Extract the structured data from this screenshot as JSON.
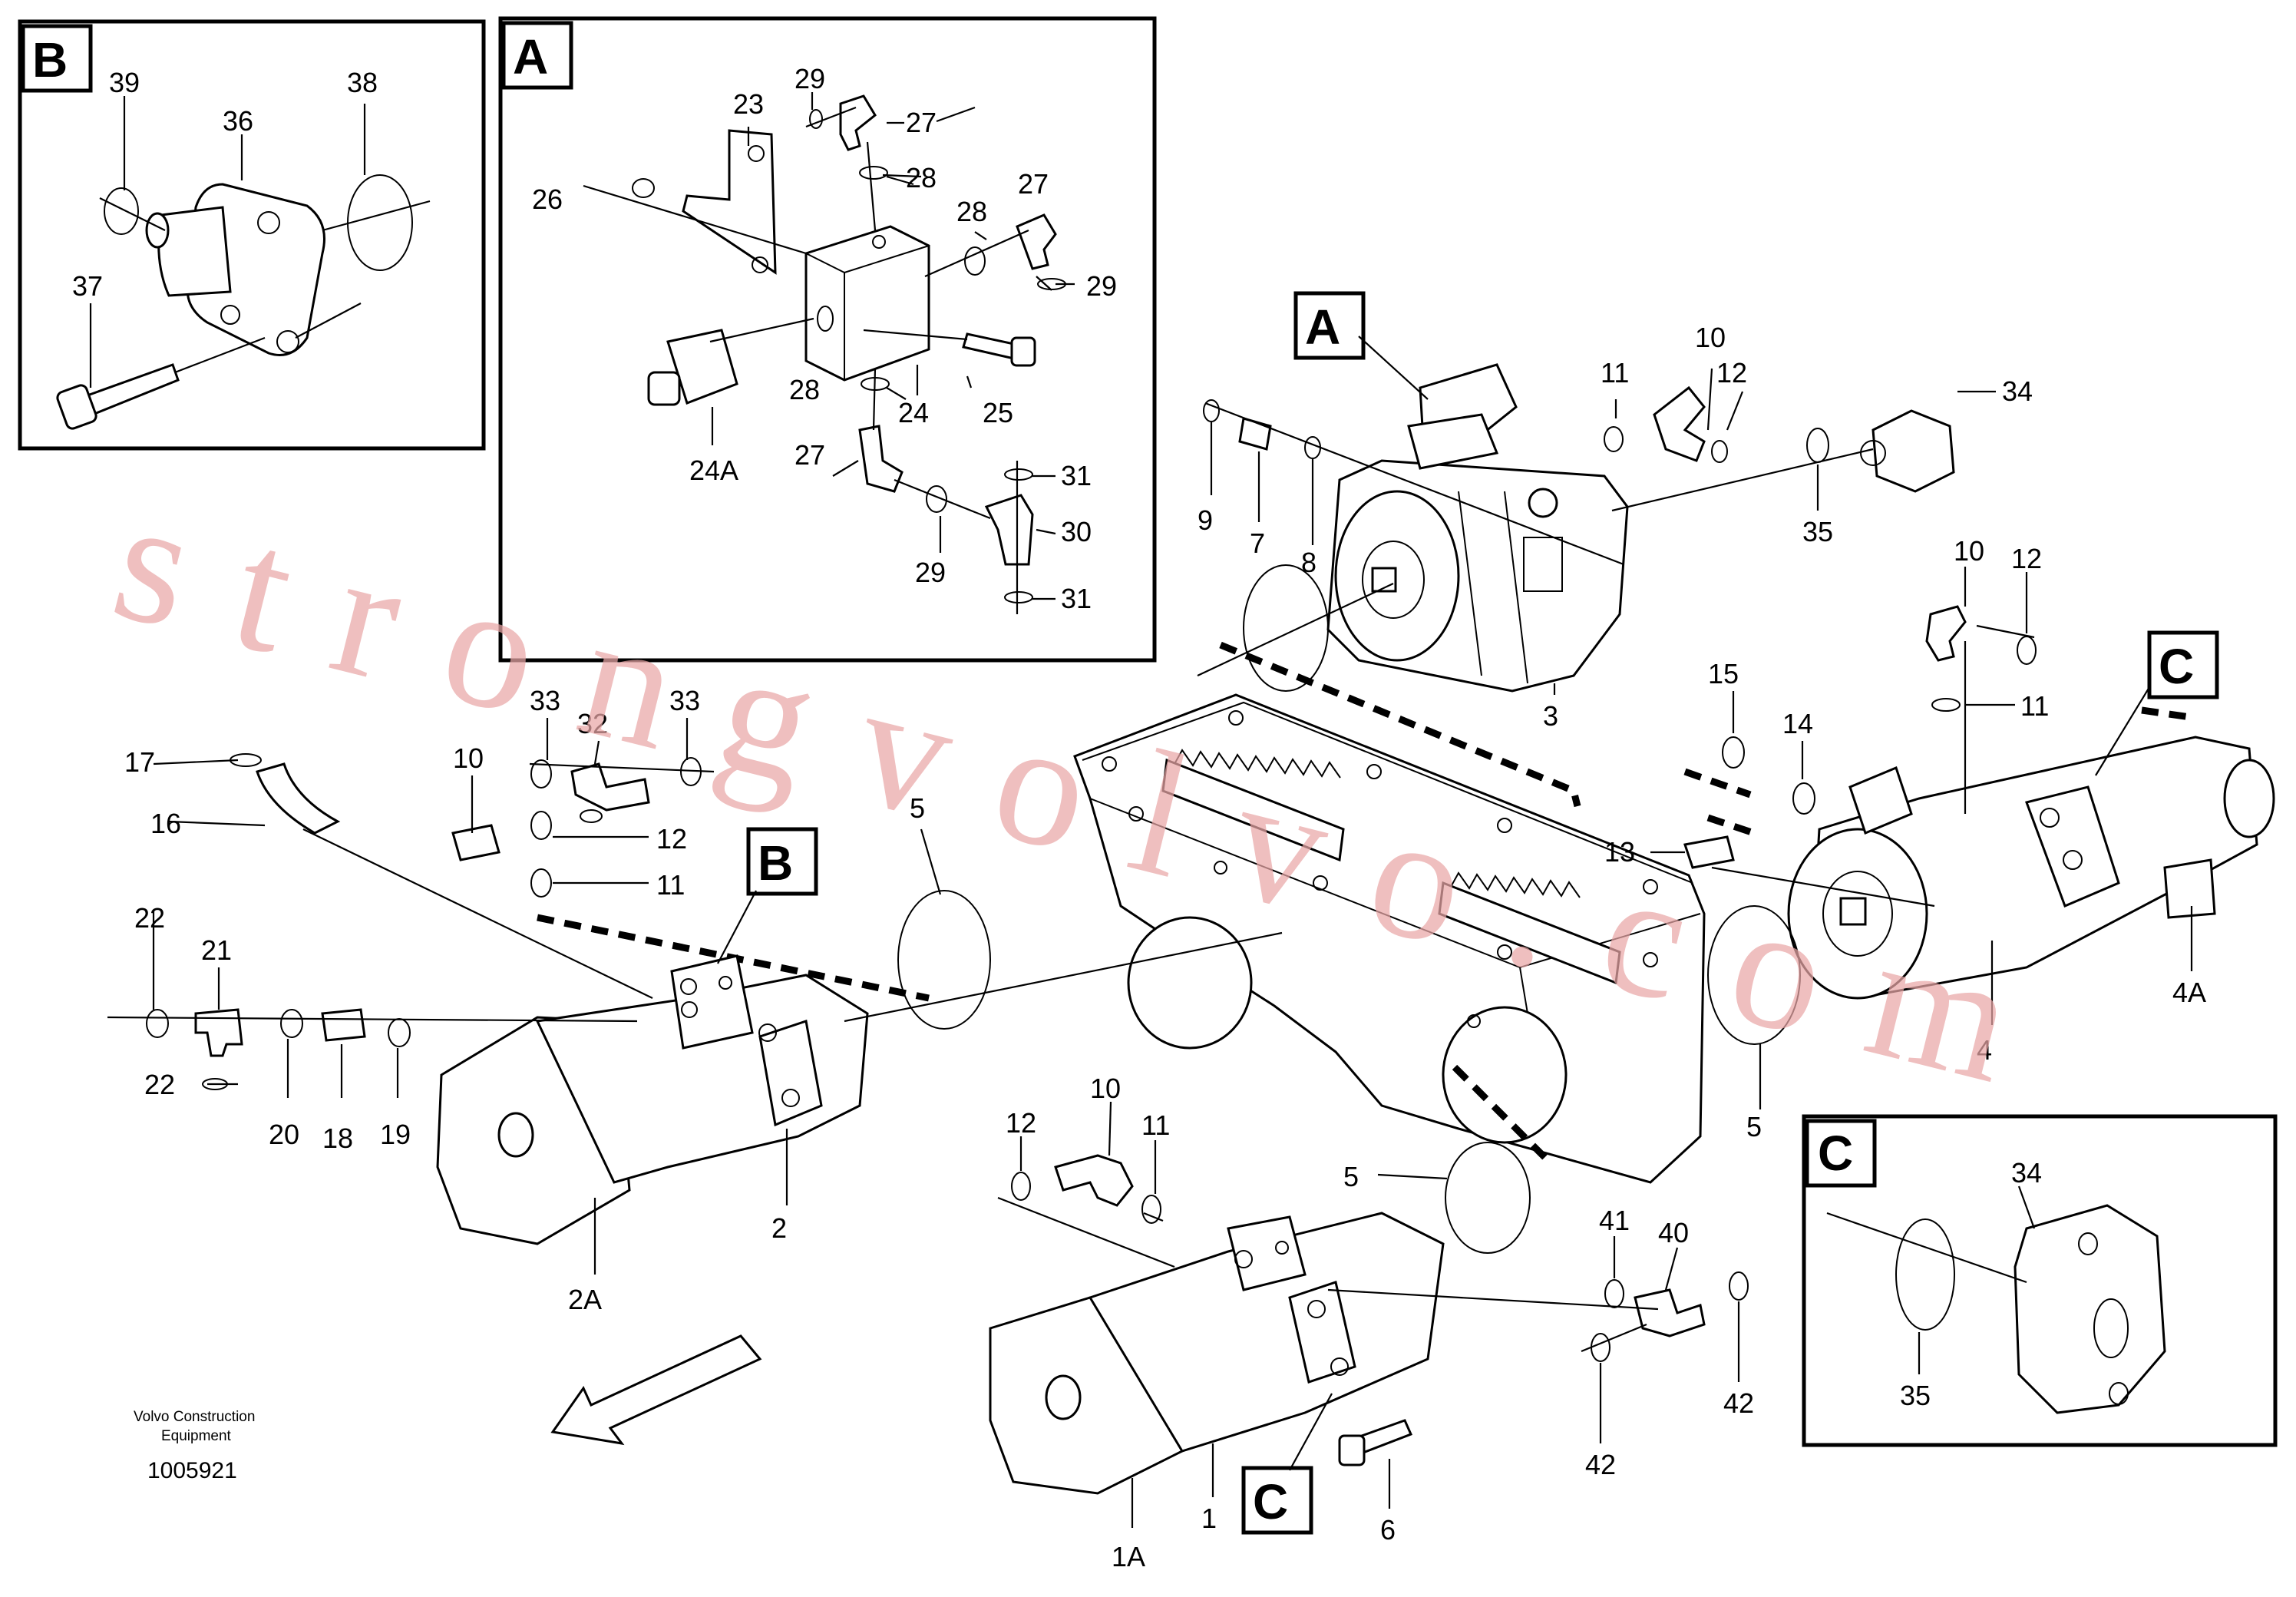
{
  "inset_boxes": [
    {
      "letter": "B"
    },
    {
      "letter": "A"
    },
    {
      "letter": "C"
    }
  ],
  "callout_boxes": [
    {
      "letter": "A"
    },
    {
      "letter": "B"
    },
    {
      "letter": "C"
    },
    {
      "letter": "C"
    }
  ],
  "labels": [
    "39",
    "38",
    "36",
    "37",
    "29",
    "23",
    "27",
    "26",
    "28",
    "28",
    "27",
    "29",
    "25",
    "24",
    "28",
    "24A",
    "27",
    "31",
    "30",
    "29",
    "31",
    "10",
    "11",
    "12",
    "34",
    "9",
    "7",
    "8",
    "35",
    "3",
    "10",
    "12",
    "11",
    "15",
    "14",
    "13",
    "4",
    "4A",
    "5",
    "33",
    "32",
    "33",
    "10",
    "17",
    "16",
    "12",
    "11",
    "22",
    "21",
    "22",
    "20",
    "18",
    "19",
    "2",
    "2A",
    "5",
    "12",
    "10",
    "11",
    "5",
    "41",
    "40",
    "42",
    "42",
    "6",
    "1",
    "1A",
    "34",
    "35"
  ],
  "credit": {
    "line1": "Volvo Construction",
    "line2": "Equipment"
  },
  "document_number": "1005921",
  "watermark": "strongvolvo.com",
  "colors": {
    "ink": "#000000",
    "watermark": "#e9a7a7",
    "paper": "#ffffff"
  }
}
